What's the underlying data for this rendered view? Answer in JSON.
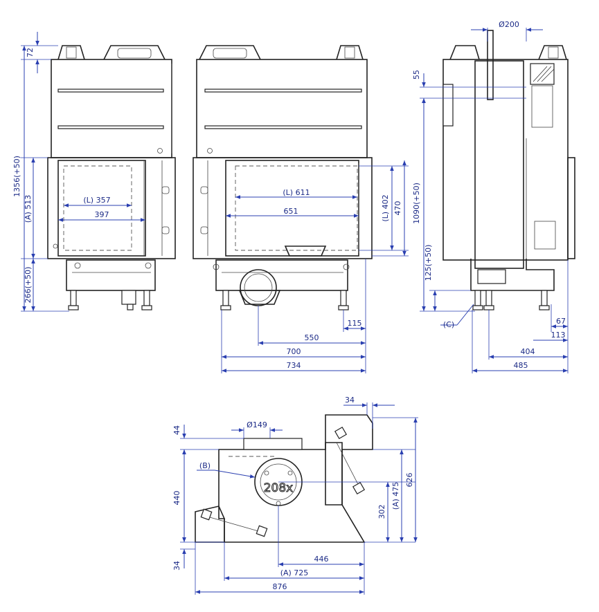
{
  "front_view": {
    "dim_top": "72",
    "dim_total": "1356(+50)",
    "dim_a": "(A) 513",
    "dim_bottom": "266(+50)",
    "dim_l": "(L) 357",
    "dim_width": "397"
  },
  "side_view": {
    "dim_l": "(L) 611",
    "dim_inner": "651",
    "dim_l_height": "(L) 402",
    "dim_height": "470",
    "dim_115": "115",
    "dim_550": "550",
    "dim_700": "700",
    "dim_734": "734"
  },
  "right_view": {
    "dim_diameter": "Ø200",
    "dim_55": "55",
    "dim_1090": "1090(+50)",
    "dim_125": "125(+50)",
    "label_c": "(C)",
    "dim_67": "67",
    "dim_113": "113",
    "dim_404": "404",
    "dim_485": "485"
  },
  "top_view": {
    "dim_34_top": "34",
    "dim_44": "44",
    "dim_149": "Ø149",
    "label_b": "(B)",
    "label_208": "208x",
    "dim_440": "440",
    "dim_302": "302",
    "dim_475": "(A) 475",
    "dim_626": "626",
    "dim_34_left": "34",
    "dim_446": "446",
    "dim_725": "(A) 725",
    "dim_876": "876"
  },
  "colors": {
    "dimension": "#2a3fb0",
    "outline": "#222222"
  }
}
